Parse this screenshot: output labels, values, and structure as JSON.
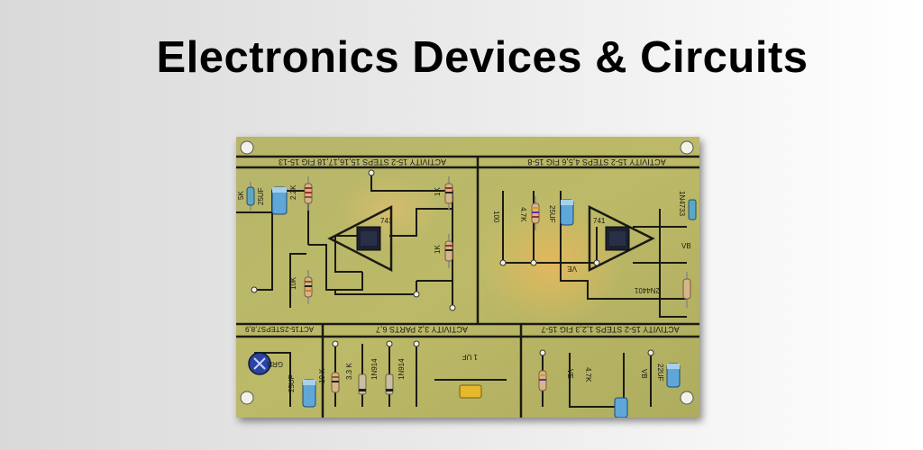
{
  "banner": {
    "title": "Electronics Devices & Circuits"
  },
  "board": {
    "labels": {
      "top_left": "ACTIVITY 15-2 STEPS 15,16,17,18 FIG 15-13",
      "top_right": "ACTIVITY 15-2 STEPS 4,5,6 FIG 15-8",
      "mid_left": "ACT15-2STEPS7,8,9",
      "mid_center": "ACTIVITY 3,2 PARTS 6,7",
      "mid_right": "ACTIVITY 15-2 STEPS 1,2,3 FIG 15-7",
      "r_5k": "5K",
      "c_25uf_a": "25UF",
      "r_2_2k": "2.2K",
      "r_1k_a": "1K",
      "r_1k_b": "1K",
      "r_10k": "10K",
      "r_100": "100",
      "r_4_7k_a": "4.7K",
      "c_25uf_b": "25UF",
      "d_1n4733": "1N4733",
      "t_2n4401": "2N4401",
      "vb_a": "VB",
      "ve_a": "VE",
      "c_1uf": "1 UF",
      "r_3_3k": "3.3 K",
      "r_10k_b": "10 K",
      "d_1n914_a": "1N914",
      "d_1n914_b": "1N914",
      "c_25uf_c": "25UF",
      "grd": "GRD",
      "ve_b": "VE",
      "r_4_7k_b": "4.7K",
      "vb_b": "VB",
      "c_22uf": "22UF",
      "ic_num_a": "741",
      "ic_num_b": "741"
    }
  },
  "colors": {
    "board": "#b9b866",
    "trace": "#1a1a12",
    "glow": "#e8b85a"
  }
}
